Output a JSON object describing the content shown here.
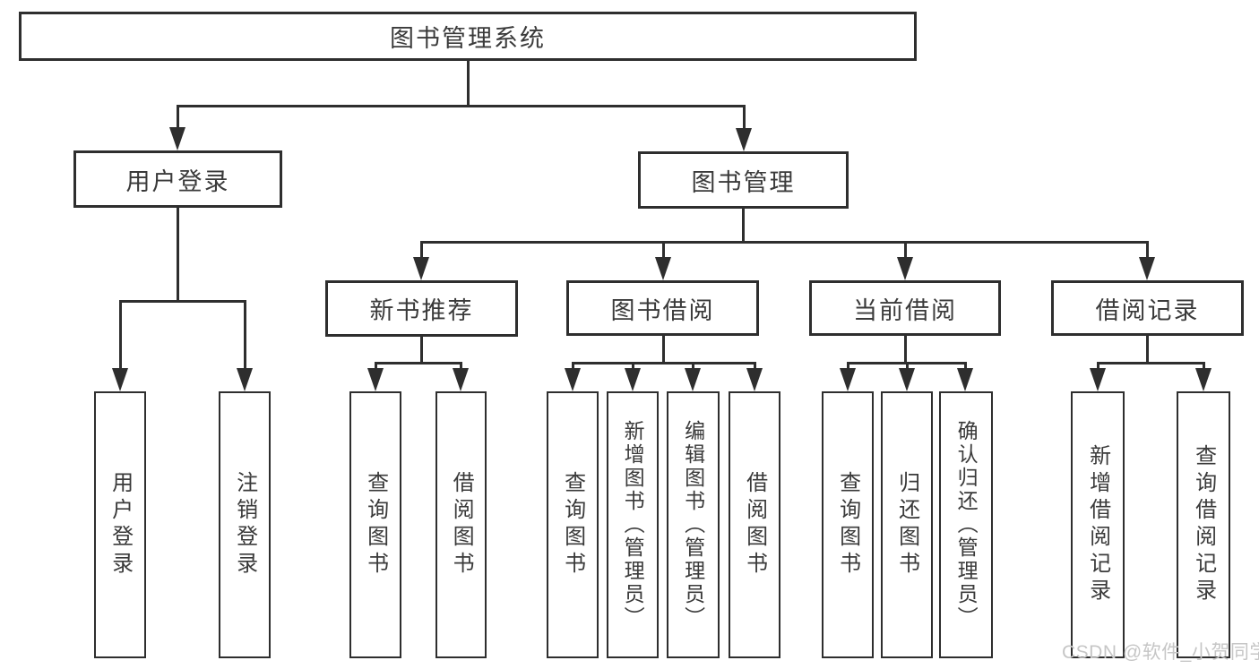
{
  "title": {
    "label": "图书管理系统"
  },
  "level1": {
    "user_login": {
      "label": "用户登录"
    },
    "book_management": {
      "label": "图书管理"
    }
  },
  "level2": {
    "new_book_recommendation": {
      "label": "新书推荐"
    },
    "book_borrowing": {
      "label": "图书借阅"
    },
    "current_borrowing": {
      "label": "当前借阅"
    },
    "borrowing_records": {
      "label": "借阅记录"
    }
  },
  "leaves": {
    "user_login": {
      "label": "用户登录"
    },
    "logout": {
      "label": "注销登录"
    },
    "recommend_query_books": {
      "label": "查询图书"
    },
    "recommend_borrow_books": {
      "label": "借阅图书"
    },
    "borrowing_query_books": {
      "label": "查询图书"
    },
    "borrowing_add_books": {
      "label": "新增图书（管理员）"
    },
    "borrowing_edit_books": {
      "label": "编辑图书（管理员）"
    },
    "borrowing_borrow_books": {
      "label": "借阅图书"
    },
    "current_query_books": {
      "label": "查询图书"
    },
    "current_return_books": {
      "label": "归还图书"
    },
    "current_confirm_return": {
      "label": "确认归还（管理员）"
    },
    "records_add_record": {
      "label": "新增借阅记录"
    },
    "records_query_record": {
      "label": "查询借阅记录"
    }
  },
  "watermark": {
    "text": "CSDN @软件_小贺同学"
  },
  "colors": {
    "line": "#2e2e2e",
    "text": "#3a3a3a",
    "background": "#ffffff",
    "watermark": "#c6c6c6"
  }
}
